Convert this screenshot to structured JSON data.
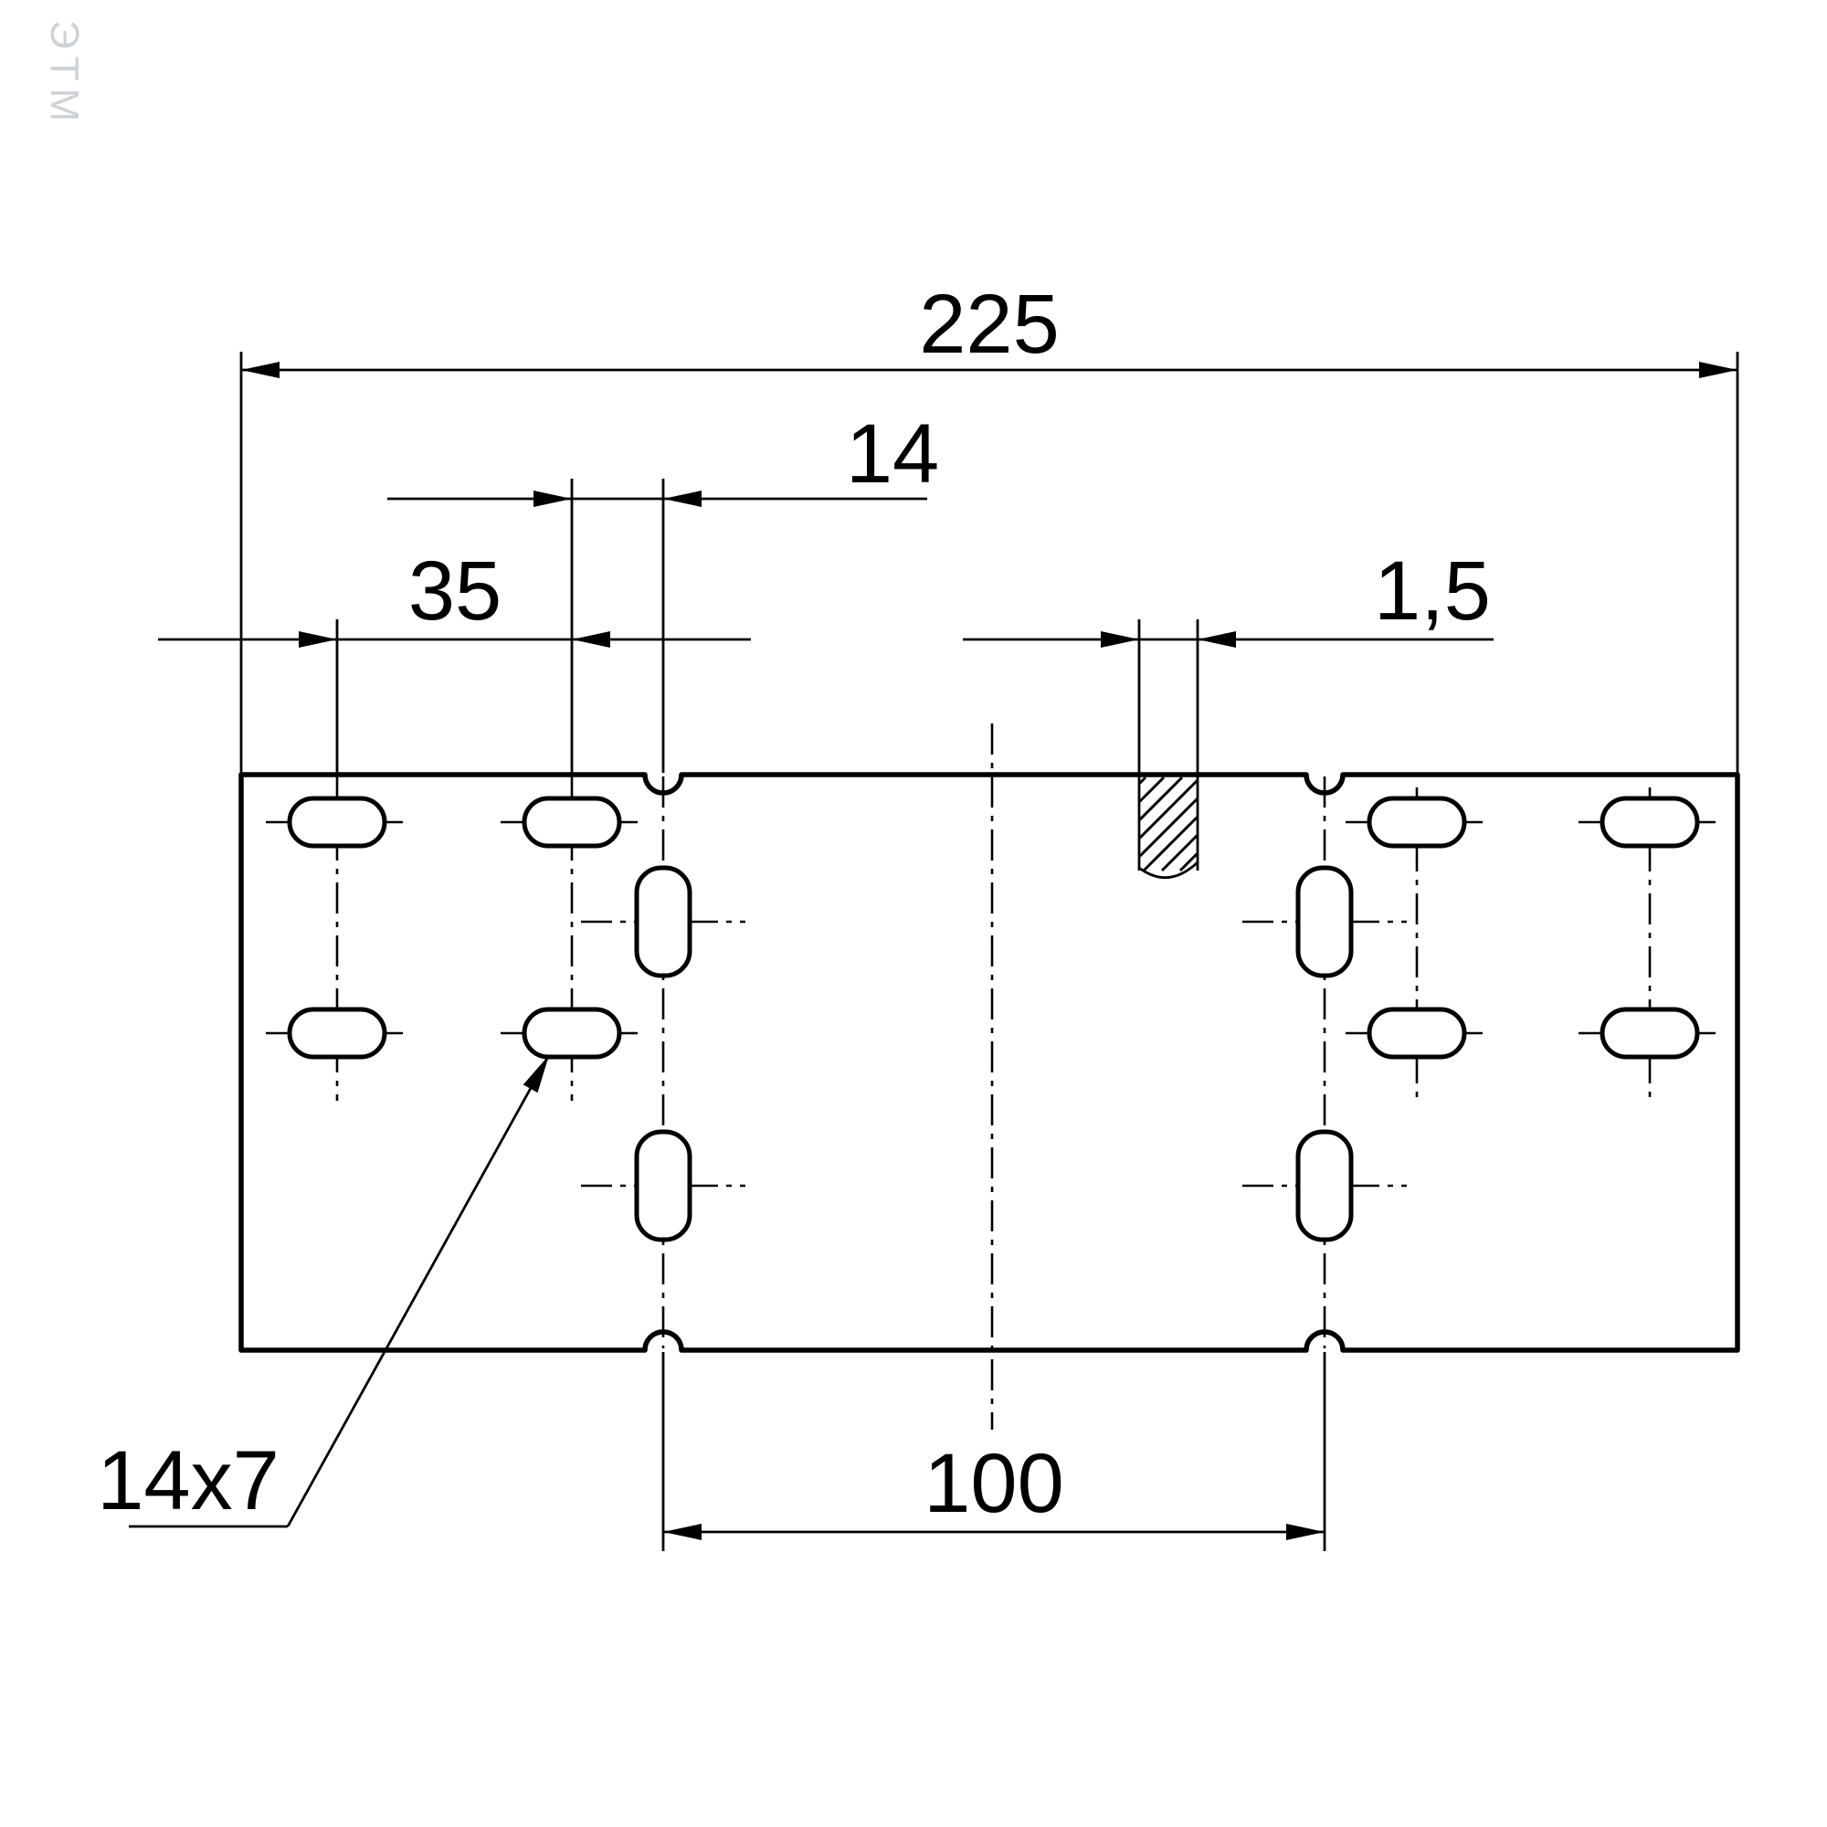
{
  "watermark": "ЭТМ",
  "drawing": {
    "title_hint": "perforated plate connector drawing",
    "dimensions": {
      "overall_width": "225",
      "hole_to_notch": "14",
      "hole_spacing": "35",
      "material_thickness": "1,5",
      "notch_spacing": "100"
    },
    "labels": {
      "slot_size": "14x7"
    }
  }
}
